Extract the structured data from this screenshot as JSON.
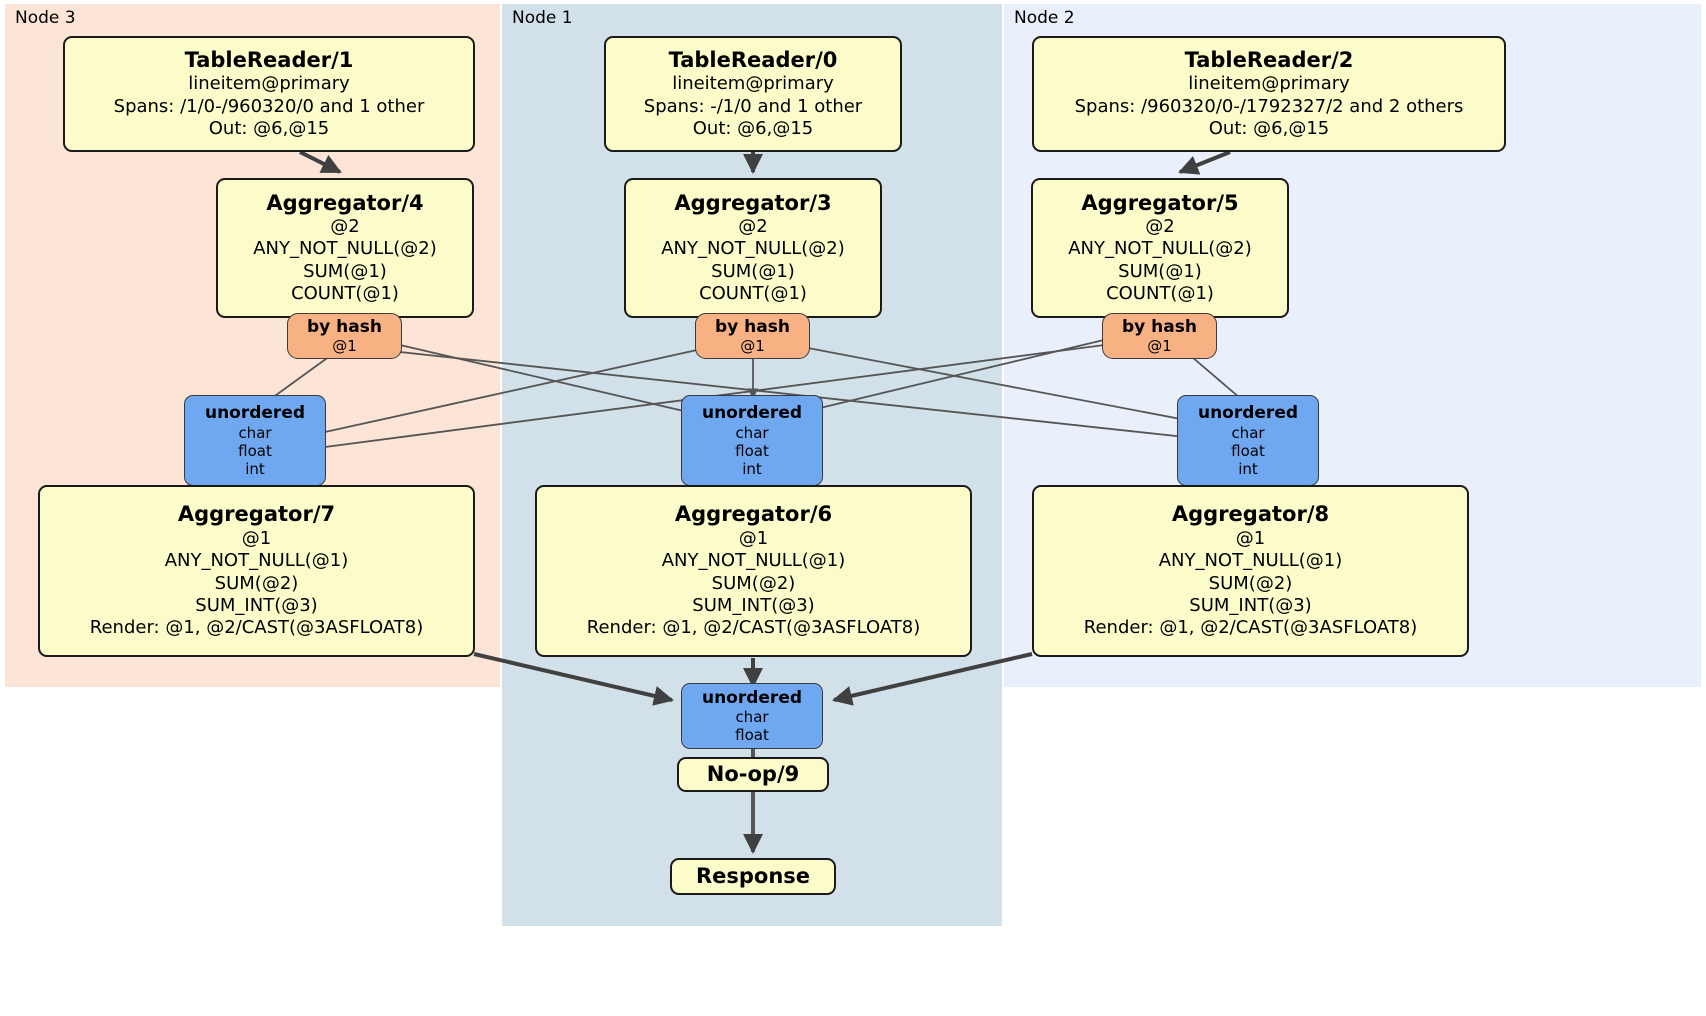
{
  "diagram": {
    "type": "distributed-query-plan",
    "colors": {
      "node3_bg": "#fce4d6",
      "node1_bg": "#d2e0e9",
      "node2_bg": "#eaf0fb",
      "processor_bg": "#fcfcca",
      "router_bg": "#f7b183",
      "synchronizer_bg": "#6fa8f0",
      "edge": "#404040"
    }
  },
  "clusters": [
    {
      "id": "node3",
      "label": "Node 3"
    },
    {
      "id": "node1",
      "label": "Node 1"
    },
    {
      "id": "node2",
      "label": "Node 2"
    }
  ],
  "processors": {
    "table_reader_1": {
      "title": "TableReader/1",
      "lines": [
        "lineitem@primary",
        "Spans: /1/0-/960320/0 and 1 other",
        "Out: @6,@15"
      ]
    },
    "table_reader_0": {
      "title": "TableReader/0",
      "lines": [
        "lineitem@primary",
        "Spans: -/1/0 and 1 other",
        "Out: @6,@15"
      ]
    },
    "table_reader_2": {
      "title": "TableReader/2",
      "lines": [
        "lineitem@primary",
        "Spans: /960320/0-/1792327/2 and 2 others",
        "Out: @6,@15"
      ]
    },
    "aggregator_4": {
      "title": "Aggregator/4",
      "lines": [
        "@2",
        "ANY_NOT_NULL(@2)",
        "SUM(@1)",
        "COUNT(@1)"
      ]
    },
    "aggregator_3": {
      "title": "Aggregator/3",
      "lines": [
        "@2",
        "ANY_NOT_NULL(@2)",
        "SUM(@1)",
        "COUNT(@1)"
      ]
    },
    "aggregator_5": {
      "title": "Aggregator/5",
      "lines": [
        "@2",
        "ANY_NOT_NULL(@2)",
        "SUM(@1)",
        "COUNT(@1)"
      ]
    },
    "aggregator_7": {
      "title": "Aggregator/7",
      "lines": [
        "@1",
        "ANY_NOT_NULL(@1)",
        "SUM(@2)",
        "SUM_INT(@3)",
        "Render: @1, @2/CAST(@3ASFLOAT8)"
      ]
    },
    "aggregator_6": {
      "title": "Aggregator/6",
      "lines": [
        "@1",
        "ANY_NOT_NULL(@1)",
        "SUM(@2)",
        "SUM_INT(@3)",
        "Render: @1, @2/CAST(@3ASFLOAT8)"
      ]
    },
    "aggregator_8": {
      "title": "Aggregator/8",
      "lines": [
        "@1",
        "ANY_NOT_NULL(@1)",
        "SUM(@2)",
        "SUM_INT(@3)",
        "Render: @1, @2/CAST(@3ASFLOAT8)"
      ]
    },
    "noop_9": {
      "title": "No-op/9"
    },
    "response": {
      "title": "Response"
    }
  },
  "routers": {
    "by_hash_left": {
      "title": "by hash",
      "detail": "@1"
    },
    "by_hash_center": {
      "title": "by hash",
      "detail": "@1"
    },
    "by_hash_right": {
      "title": "by hash",
      "detail": "@1"
    }
  },
  "synchronizers": {
    "unordered_left": {
      "title": "unordered",
      "types": [
        "char",
        "float",
        "int"
      ]
    },
    "unordered_center": {
      "title": "unordered",
      "types": [
        "char",
        "float",
        "int"
      ]
    },
    "unordered_right": {
      "title": "unordered",
      "types": [
        "char",
        "float",
        "int"
      ]
    },
    "unordered_final": {
      "title": "unordered",
      "types": [
        "char",
        "float"
      ]
    }
  }
}
